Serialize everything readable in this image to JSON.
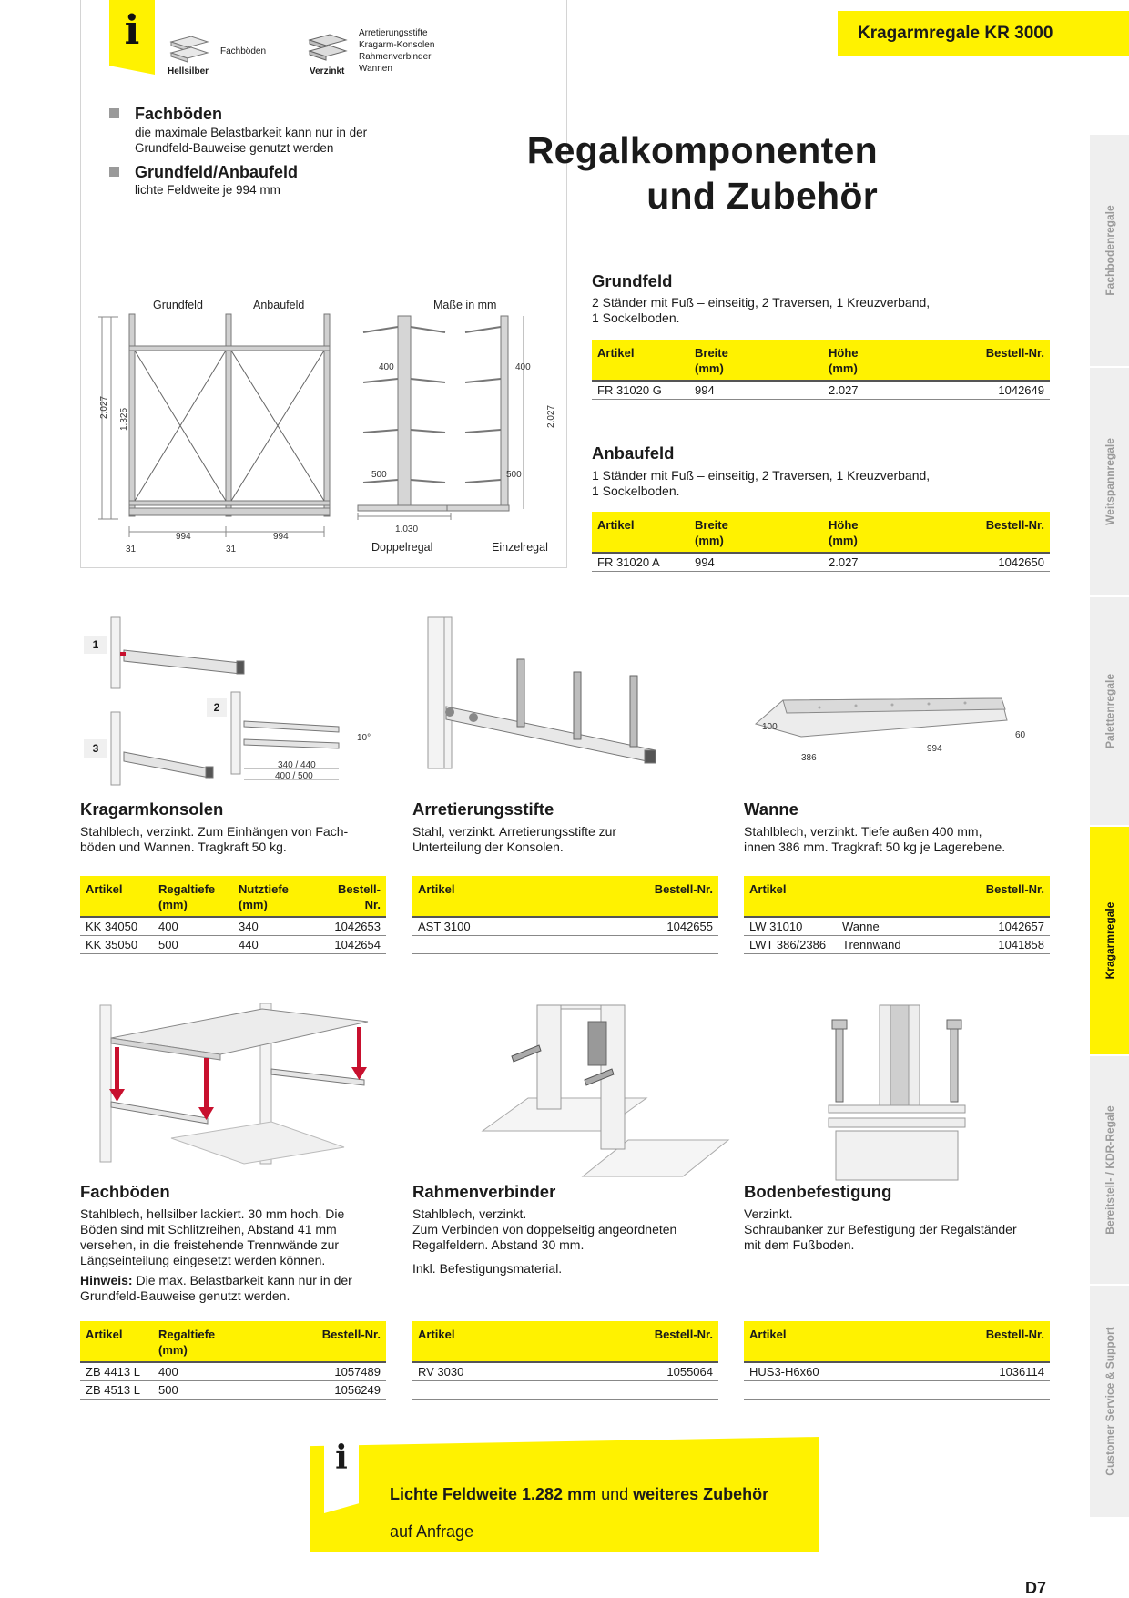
{
  "header": {
    "badge": "Kragarmregale KR 3000"
  },
  "infobox": {
    "swatch1": {
      "label": "Fachböden",
      "finish": "Hellsilber"
    },
    "swatch2": {
      "lines": [
        "Arretierungsstifte",
        "Kragarm-Konsolen",
        "Rahmenverbinder",
        "Wannen"
      ],
      "finish": "Verzinkt"
    },
    "bullets": [
      {
        "title": "Fachböden",
        "lines": [
          "die maximale Belastbarkeit kann nur in der",
          "Grundfeld-Bauweise genutzt werden"
        ]
      },
      {
        "title": "Grundfeld/Anbaufeld",
        "lines": [
          "lichte Feldweite je 994 mm"
        ]
      }
    ],
    "drawing": {
      "label_grundfeld": "Grundfeld",
      "label_anbaufeld": "Anbaufeld",
      "label_masse": "Maße in mm",
      "dim_height": "2.027",
      "dim_inner": "1.325",
      "dim_w1": "994",
      "dim_w2": "994",
      "dim_p1": "31",
      "dim_p2": "31",
      "dim_400a": "400",
      "dim_400b": "400",
      "dim_500a": "500",
      "dim_500b": "500",
      "dim_height2": "2.027",
      "dim_1030": "1.030",
      "label_doppel": "Doppelregal",
      "label_einzel": "Einzelregal"
    }
  },
  "title": {
    "line1": "Regalkomponenten",
    "line2": "und Zubehör"
  },
  "grundfeld": {
    "title": "Grundfeld",
    "lines": [
      "2 Ständer mit Fuß – einseitig, 2 Traversen, 1 Kreuzverband,",
      "1 Sockelboden."
    ],
    "headers": [
      "Artikel",
      "Breite",
      "Höhe",
      "Bestell-Nr."
    ],
    "units": [
      "",
      "(mm)",
      "(mm)",
      ""
    ],
    "rows": [
      [
        "FR 31020 G",
        "994",
        "2.027",
        "1042649"
      ]
    ]
  },
  "anbaufeld": {
    "title": "Anbaufeld",
    "lines": [
      "1 Ständer mit Fuß – einseitig, 2 Traversen, 1 Kreuzverband,",
      "1 Sockelboden."
    ],
    "headers": [
      "Artikel",
      "Breite",
      "Höhe",
      "Bestell-Nr."
    ],
    "units": [
      "",
      "(mm)",
      "(mm)",
      ""
    ],
    "rows": [
      [
        "FR 31020 A",
        "994",
        "2.027",
        "1042650"
      ]
    ]
  },
  "kragarm": {
    "fig": {
      "n1": "1",
      "n2": "2",
      "n3": "3",
      "angle": "10°",
      "d1": "340 / 440",
      "d2": "400 / 500"
    },
    "title": "Kragarmkonsolen",
    "lines": [
      "Stahlblech, verzinkt. Zum Einhängen von Fach-",
      "böden und Wannen. Tragkraft 50 kg."
    ],
    "headers": [
      "Artikel",
      "Regaltiefe",
      "Nutztiefe",
      "Bestell-Nr."
    ],
    "units": [
      "",
      "(mm)",
      "(mm)",
      ""
    ],
    "rows": [
      [
        "KK 34050",
        "400",
        "340",
        "1042653"
      ],
      [
        "KK 35050",
        "500",
        "440",
        "1042654"
      ]
    ]
  },
  "arretierung": {
    "title": "Arretierungsstifte",
    "lines": [
      "Stahl, verzinkt. Arretierungsstifte zur",
      "Unterteilung der Konsolen."
    ],
    "headers": [
      "Artikel",
      "Bestell-Nr."
    ],
    "rows": [
      [
        "AST 3100",
        "1042655"
      ],
      [
        "",
        ""
      ]
    ]
  },
  "wanne": {
    "fig": {
      "d100": "100",
      "d60": "60",
      "d386": "386",
      "d994": "994"
    },
    "title": "Wanne",
    "lines": [
      "Stahlblech, verzinkt. Tiefe außen 400 mm,",
      "innen 386 mm. Tragkraft 50 kg je Lagerebene."
    ],
    "headers": [
      "Artikel",
      "",
      "Bestell-Nr."
    ],
    "rows": [
      [
        "LW 31010",
        "Wanne",
        "1042657"
      ],
      [
        "LWT 386/2386",
        "Trennwand",
        "1041858"
      ]
    ]
  },
  "fachboeden": {
    "title": "Fachböden",
    "lines": [
      "Stahlblech, hellsilber lackiert. 30 mm hoch. Die",
      "Böden sind mit Schlitzreihen, Abstand 41 mm",
      "versehen, in die freistehende Trennwände zur",
      "Längseinteilung eingesetzt werden können."
    ],
    "hint_label": "Hinweis:",
    "hint_text": " Die max. Belastbarkeit kann nur in der",
    "hint_line2": "Grundfeld-Bauweise genutzt werden.",
    "headers": [
      "Artikel",
      "Regaltiefe",
      "Bestell-Nr."
    ],
    "units": [
      "",
      "(mm)",
      ""
    ],
    "rows": [
      [
        "ZB 4413 L",
        "400",
        "1057489"
      ],
      [
        "ZB 4513 L",
        "500",
        "1056249"
      ]
    ]
  },
  "rahmen": {
    "title": "Rahmenverbinder",
    "lines": [
      "Stahlblech, verzinkt.",
      "Zum Verbinden von doppelseitig angeordneten",
      "Regalfeldern. Abstand 30 mm."
    ],
    "extra": "Inkl. Befestigungsmaterial.",
    "headers": [
      "Artikel",
      "Bestell-Nr."
    ],
    "rows": [
      [
        "RV 3030",
        "1055064"
      ],
      [
        "",
        ""
      ]
    ]
  },
  "boden": {
    "title": "Bodenbefestigung",
    "lines": [
      "Verzinkt.",
      "Schraubanker zur Befestigung der Regalständer",
      "mit dem Fußboden."
    ],
    "headers": [
      "Artikel",
      "Bestell-Nr."
    ],
    "rows": [
      [
        "HUS3-H6x60",
        "1036114"
      ],
      [
        "",
        ""
      ]
    ]
  },
  "sidetabs": [
    "Fachbodenregale",
    "Weitspannregale",
    "Palettenregale",
    "Kragarmregale",
    "Bereitstell- / KDR-Regale",
    "Customer Service & Support"
  ],
  "banner": {
    "b1": "Lichte Feldweite 1.282 mm",
    "mid": " und ",
    "b2": "weiteres Zubehör",
    "line2": "auf Anfrage"
  },
  "page": {
    "number": "D7"
  },
  "colors": {
    "accent": "#fff200",
    "arrow": "#c8102e",
    "tab_bg": "#efefef"
  }
}
